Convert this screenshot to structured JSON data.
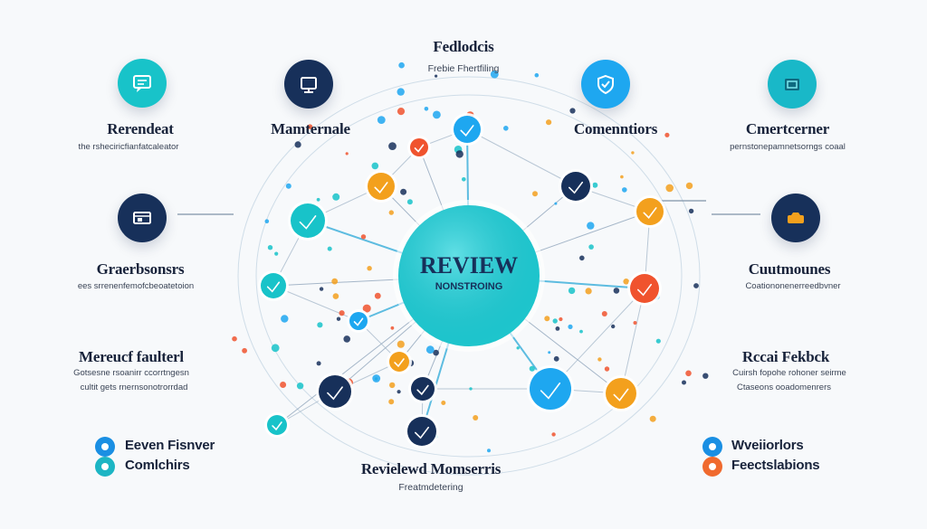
{
  "header": {
    "title": "Fedlodcis",
    "subtitle": "Frebie Fhertfiling"
  },
  "center": {
    "line1": "REVIEW",
    "line2": "NONSTROING"
  },
  "left_top": {
    "title": "Rerendeat",
    "desc": "the rsheciricfianfatcaleator",
    "icon": "chat-bubble-icon",
    "color": "#18c3c9"
  },
  "mid_left_top": {
    "title": "Mamternale",
    "icon": "monitor-icon",
    "color": "#17305a"
  },
  "right_mid_top": {
    "title": "Comenntiors",
    "icon": "shield-icon",
    "color": "#1ea7f0"
  },
  "right_top": {
    "title": "Cmertcerner",
    "desc": "pernstonepamnetsorngs coaal",
    "icon": "folder-icon",
    "color": "#19b8c8"
  },
  "left_mid": {
    "title": "Graerbsonsrs",
    "desc": "ees srrenenfemofcbeoatetoion",
    "icon": "window-icon",
    "color": "#17305a"
  },
  "right_mid": {
    "title": "Cuutmounes",
    "desc": "Coationonenerreedbvner",
    "icon": "inbox-icon",
    "color": "#f3a01d"
  },
  "left_low": {
    "title": "Mereucf faulterl",
    "desc1": "Gotsesne rsoanirr ccorrtngesn",
    "desc2": "cultit gets rnernsonotrorrdad"
  },
  "right_low": {
    "title": "Rccai Fekbck",
    "desc1": "Cuirsh fopohe rohoner seirme",
    "desc2": "Ctaseons ooadomenrers"
  },
  "bottom": {
    "title": "Revielewd Momserris",
    "subtitle": "Freatmdetering"
  },
  "legend_left": [
    {
      "label": "Eeven Fisnver",
      "color": "#1a8fe3"
    },
    {
      "label": "Comlchirs",
      "color": "#1cb5c4"
    }
  ],
  "legend_right": [
    {
      "label": "Wveiiorlors",
      "color": "#1a8fe3"
    },
    {
      "label": "Feectslabions",
      "color": "#f06a2e"
    }
  ],
  "palette": {
    "navy": "#17305a",
    "teal": "#18c3c9",
    "blue": "#1ea7f0",
    "orange": "#f3a01d",
    "red": "#f0532e",
    "ring": "#aec6d8"
  },
  "network_nodes": [
    {
      "icon": "person-icon",
      "color": "#18c3c9"
    },
    {
      "icon": "wave-icon",
      "color": "#18c3c9"
    },
    {
      "icon": "tag-icon",
      "color": "#f3a01d"
    },
    {
      "icon": "check-icon",
      "color": "#1ea7f0"
    },
    {
      "icon": "send-icon",
      "color": "#17305a"
    },
    {
      "icon": "edit-icon",
      "color": "#f3a01d"
    },
    {
      "icon": "doc-icon",
      "color": "#f0532e"
    },
    {
      "icon": "pin-icon",
      "color": "#17305a"
    },
    {
      "icon": "cart-icon",
      "color": "#f3a01d"
    },
    {
      "icon": "people-icon",
      "color": "#1ea7f0"
    },
    {
      "icon": "heart-icon",
      "color": "#17305a"
    },
    {
      "icon": "star-icon",
      "color": "#f3a01d"
    },
    {
      "icon": "search-icon",
      "color": "#17305a"
    },
    {
      "icon": "chart-icon",
      "color": "#18c3c9"
    },
    {
      "icon": "bell-icon",
      "color": "#f0532e"
    },
    {
      "icon": "code-icon",
      "color": "#1ea7f0"
    }
  ]
}
